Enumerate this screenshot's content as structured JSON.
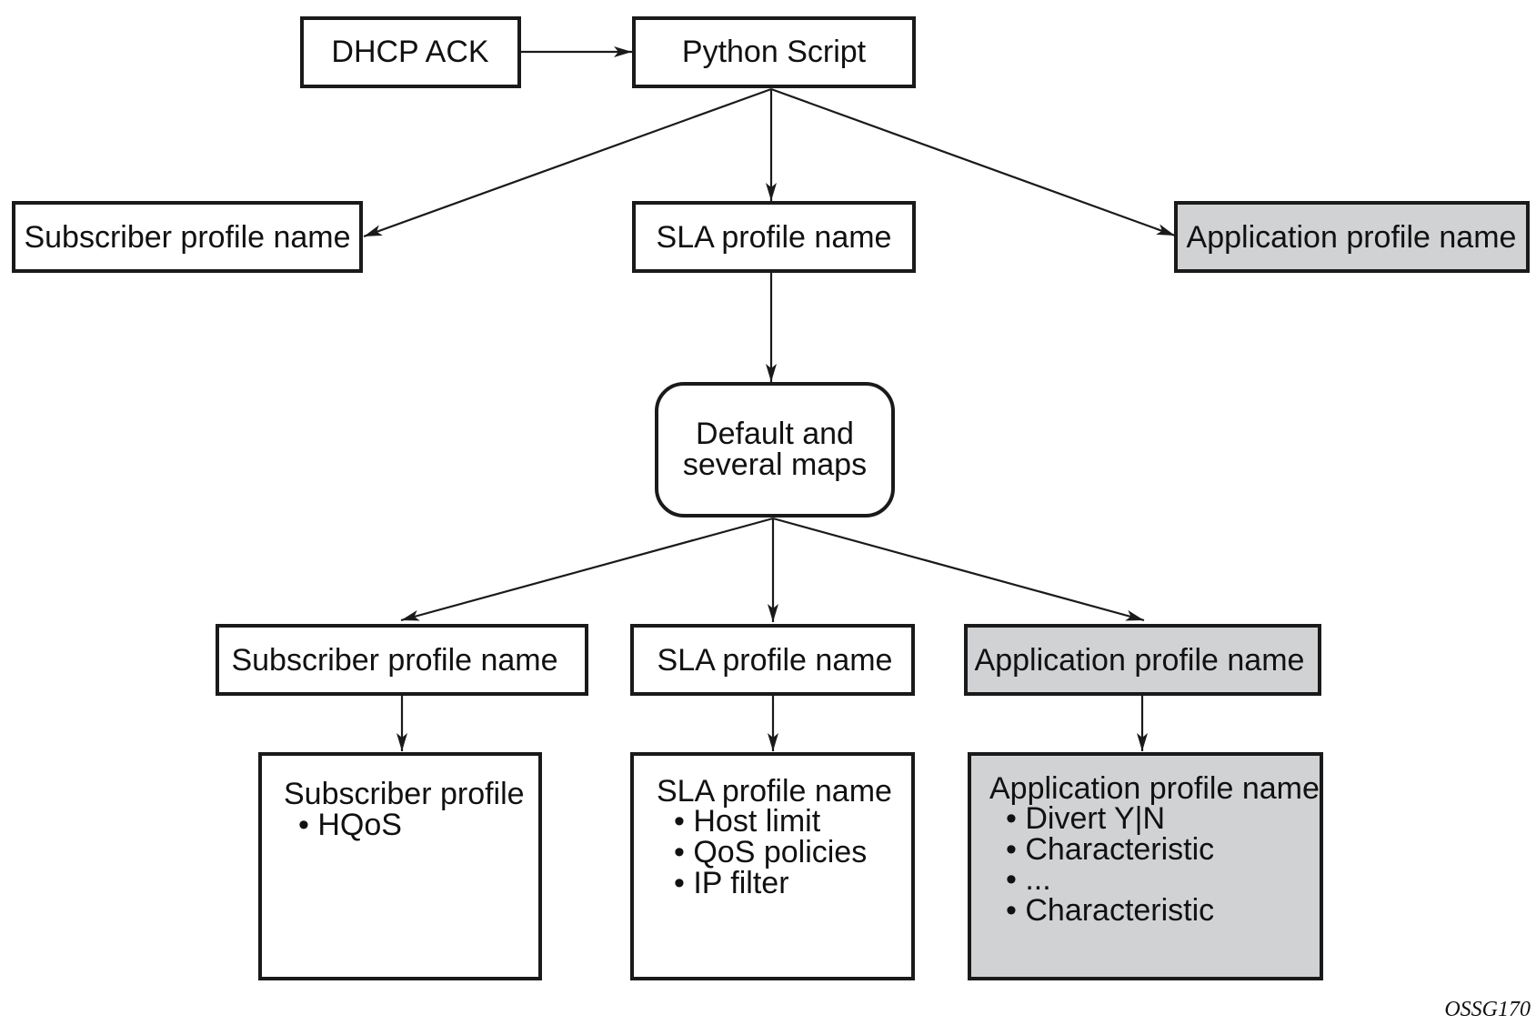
{
  "colors": {
    "box_fill": "#ffffff",
    "highlight_fill": "#d1d2d4",
    "stroke": "#1a1a1a"
  },
  "nodes": {
    "dhcp_ack": "DHCP ACK",
    "python_script": "Python Script",
    "subscriber_profile_name_top": "Subscriber profile name",
    "sla_profile_name_top": "SLA profile name",
    "application_profile_name_top": "Application profile name",
    "default_maps": [
      "Default and",
      "several maps"
    ],
    "subscriber_profile_name_mid": "Subscriber profile name",
    "sla_profile_name_mid": "SLA profile name",
    "application_profile_name_mid": "Application profile name"
  },
  "detail_boxes": {
    "subscriber": {
      "title": "Subscriber profile",
      "items": [
        "• HQoS"
      ]
    },
    "sla": {
      "title": "SLA profile name",
      "items": [
        "• Host limit",
        "• QoS policies",
        "• IP filter"
      ]
    },
    "application": {
      "title": "Application profile name",
      "items": [
        "• Divert Y|N",
        "• Characteristic",
        "• ...",
        "• Characteristic"
      ]
    }
  },
  "figure_id": "OSSG170"
}
